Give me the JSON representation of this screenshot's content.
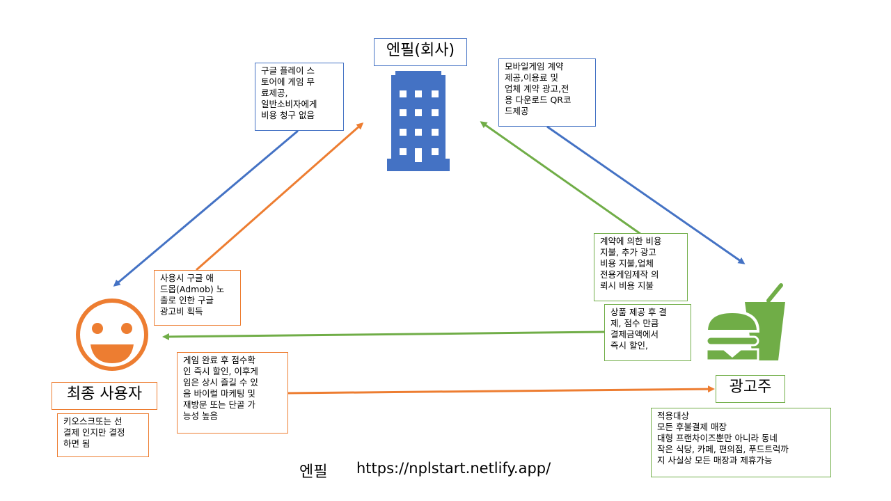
{
  "nodes": {
    "company": {
      "label": "엔필(회사)",
      "icon": "building-icon",
      "color": "#4472c4"
    },
    "end_user": {
      "label": "최종 사용자",
      "icon": "smiley-face-icon",
      "color": "#ed7d31"
    },
    "advertiser": {
      "label": "광고주",
      "icon": "burger-drink-icon",
      "color": "#70ad47"
    }
  },
  "notes": {
    "company_to_user": "구글 플레이 스\n토어에 게임 무\n료제공,\n일반소비자에게\n비용 청구 없음",
    "company_to_advertiser": "모바일게임 계약\n제공,이용료 및\n업체 계약 광고,전\n용 다운로드 QR코\n드제공",
    "user_to_company": "사용시 구글 애\n드몹(Admob) 노\n출로 인한 구글\n광고비 획득",
    "advertiser_to_company": "계약에 의한 비용\n지불, 추가 광고\n비용 지불,업체\n전용게임제작 의\n뢰시 비용 지불",
    "advertiser_to_user": "상품 제공 후 결\n제, 점수 만큼\n결제금액에서\n즉시 할인,",
    "user_to_advertiser": "게임 완료 후 점수확\n인 즉시 할인, 이후게\n임은 상시 즐길 수 있\n음 바이럴 마케팅 및\n재방문 또는 단골 가\n능성 높음",
    "user_note": "키오스크또는 선\n결제 인지만 결정\n하면 됨",
    "advertiser_note": "적용대상\n모든 후불결제 매장\n대형 프랜차이즈뿐만 아니라 동네\n작은 식당, 카페, 편의점, 푸드트럭까\n지 사실상 모든 매장과 제휴가능"
  },
  "footer": {
    "brand": "엔필",
    "url": "https://nplstart.netlify.app/"
  },
  "colors": {
    "blue": "#4472c4",
    "orange": "#ed7d31",
    "green": "#70ad47"
  }
}
